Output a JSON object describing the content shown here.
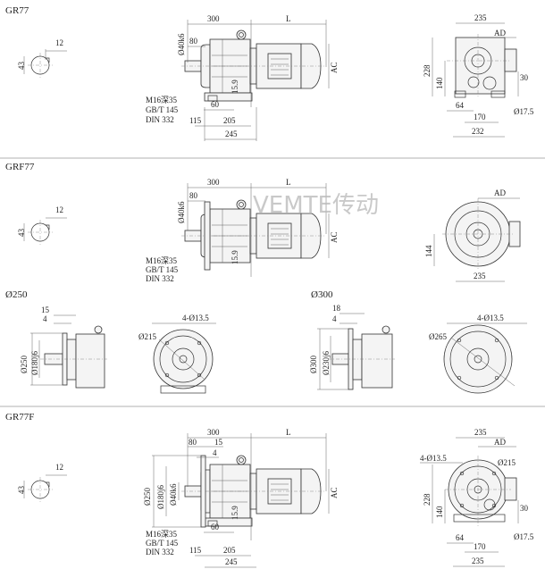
{
  "watermark": "VEMTE传动",
  "sections": {
    "gr77": {
      "title": "GR77",
      "shaft": {
        "key": "12",
        "height": "43"
      },
      "side": {
        "len300": "300",
        "L": "L",
        "d40": "Ø40k6",
        "d80": "80",
        "ac": "AC",
        "h159": "15.9",
        "thread": "M16深35",
        "std1": "GB/T 145",
        "std2": "DIN 332",
        "d60": "60",
        "d115": "115",
        "d205": "205",
        "d245": "245"
      },
      "end": {
        "w235": "235",
        "ad": "AD",
        "h228": "228",
        "h140": "140",
        "d30": "30",
        "d64": "64",
        "d170": "170",
        "hole": "Ø17.5",
        "w232": "232"
      }
    },
    "grf77": {
      "title": "GRF77",
      "shaft": {
        "key": "12",
        "height": "43"
      },
      "side": {
        "len300": "300",
        "L": "L",
        "d40": "Ø40k6",
        "d80": "80",
        "ac": "AC",
        "h159": "15.9",
        "thread": "M16深35",
        "std1": "GB/T 145",
        "std2": "DIN 332"
      },
      "end": {
        "ad": "AD",
        "h144": "144",
        "w235": "235"
      },
      "flange250": {
        "title": "Ø250",
        "d15": "15",
        "d4": "4",
        "od": "Ø250",
        "pilot": "Ø180j6",
        "holes": "4-Ø13.5",
        "pcd": "Ø215"
      },
      "flange300": {
        "title": "Ø300",
        "d18": "18",
        "d4": "4",
        "od": "Ø300",
        "pilot": "Ø230j6",
        "holes": "4-Ø13.5",
        "pcd": "Ø265"
      }
    },
    "gr77f": {
      "title": "GR77F",
      "shaft": {
        "key": "12",
        "height": "43"
      },
      "side": {
        "len300": "300",
        "L": "L",
        "d80": "80",
        "d15": "15",
        "d4": "4",
        "od": "Ø250",
        "pilot": "Ø180j6",
        "d40": "Ø40k6",
        "ac": "AC",
        "h159": "15.9",
        "thread": "M16深35",
        "std1": "GB/T 145",
        "std2": "DIN 332",
        "d60": "60",
        "d115": "115",
        "d205": "205",
        "d245": "245"
      },
      "end": {
        "holes": "4-Ø13.5",
        "pcd": "Ø215",
        "ad": "AD",
        "w235": "235",
        "h228": "228",
        "h140": "140",
        "d30": "30",
        "d64": "64",
        "d170": "170",
        "hole": "Ø17.5",
        "w235b": "235"
      }
    }
  }
}
